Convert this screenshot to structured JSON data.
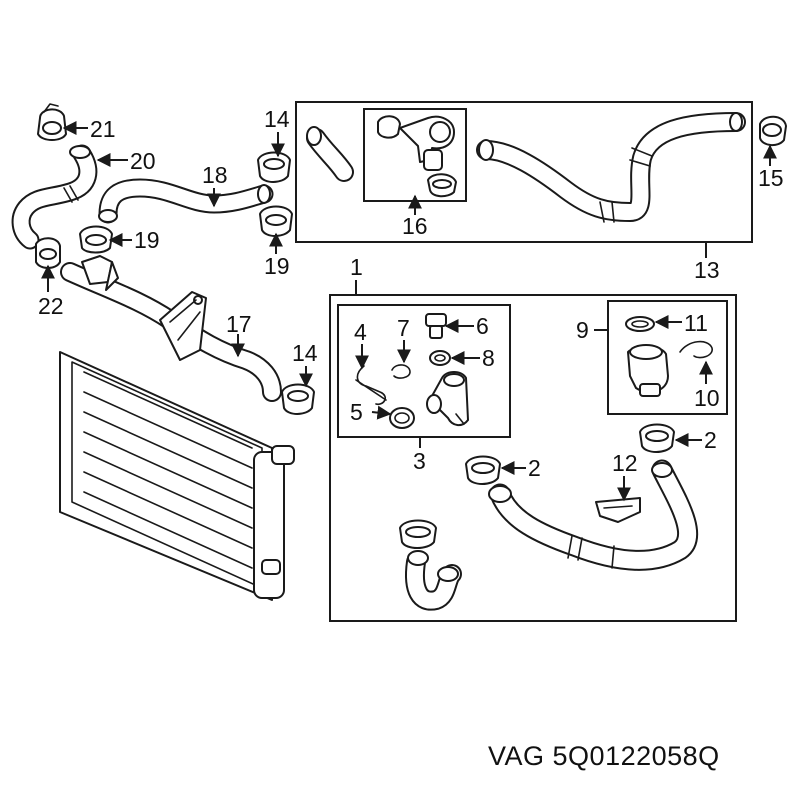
{
  "footer": {
    "brand": "VAG",
    "part_number": "5Q0122058Q"
  },
  "callouts": {
    "c1": "1",
    "c2a": "2",
    "c2b": "2",
    "c3": "3",
    "c4": "4",
    "c5": "5",
    "c6": "6",
    "c7": "7",
    "c8": "8",
    "c9": "9",
    "c10": "10",
    "c11": "11",
    "c12": "12",
    "c13": "13",
    "c14a": "14",
    "c14b": "14",
    "c15": "15",
    "c16": "16",
    "c17": "17",
    "c18": "18",
    "c19a": "19",
    "c19b": "19",
    "c20": "20",
    "c21": "21",
    "c22": "22"
  },
  "colors": {
    "line": "#1a1a1a",
    "background": "#ffffff"
  }
}
